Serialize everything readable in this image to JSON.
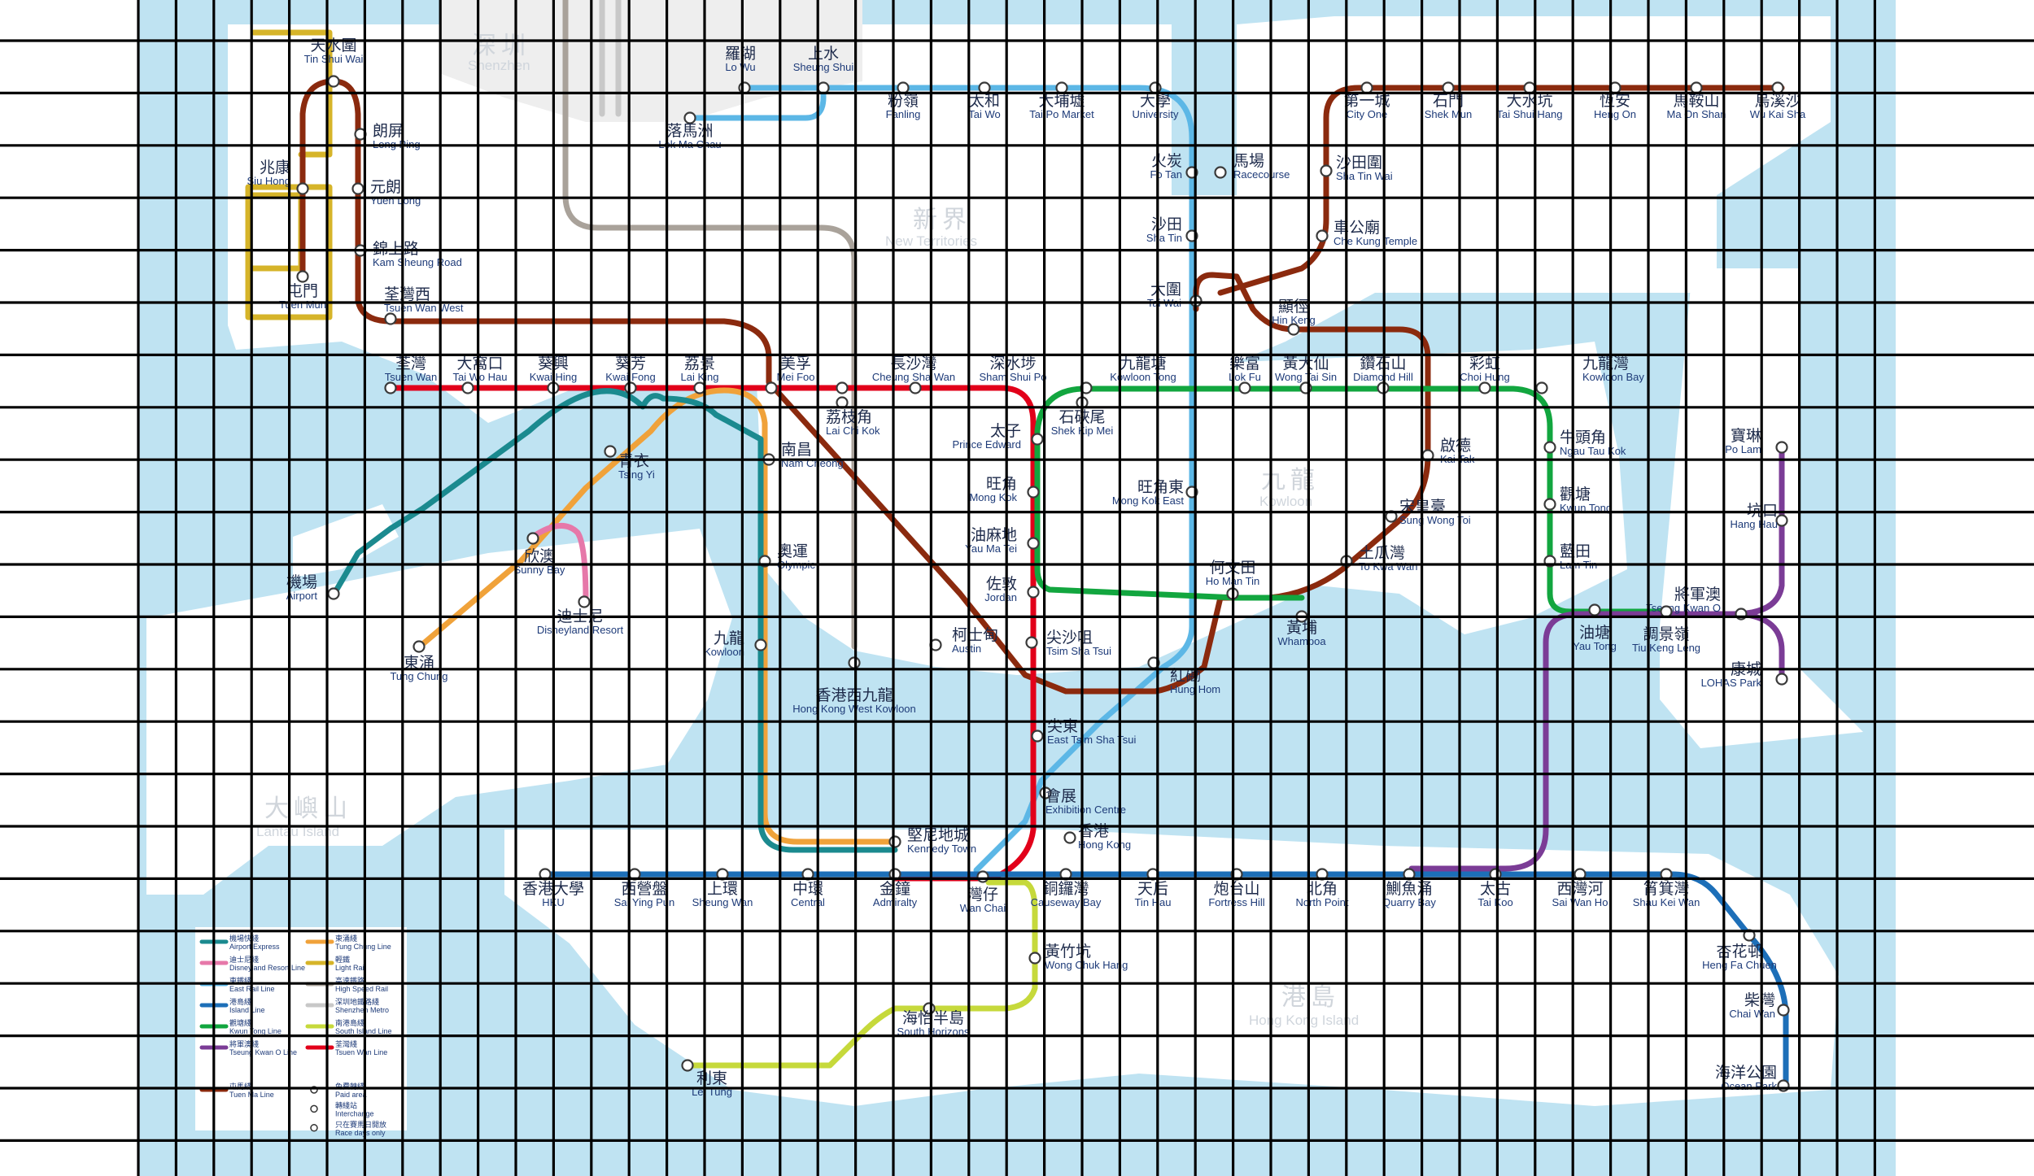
{
  "lines": {
    "tuen_ma": "#8b2a0e",
    "tsuen_wan": "#e2001a",
    "kwun_tong": "#12a63f",
    "east_rail": "#5cb7e6",
    "island": "#1d6fb8",
    "tung_chung": "#f0a23a",
    "airport_express": "#1b8a8f",
    "disneyland": "#e678a9",
    "south_island": "#c6d93b",
    "tseung_kwan_o": "#7b3c96",
    "high_speed": "#a9a29a",
    "light_rail": "#d6b429",
    "shenzhen": "#c8c8c8",
    "water": "#bfe3f2"
  },
  "regions": {
    "shenzhen_cn": "深圳",
    "shenzhen_en": "Shenzhen",
    "nt_cn": "新界",
    "nt_en": "New Territories",
    "kowloon_cn": "九龍",
    "kowloon_en": "Kowloon",
    "lantau_cn": "大嶼山",
    "lantau_en": "Lantau Island",
    "hki_cn": "港島",
    "hki_en": "Hong Kong Island"
  },
  "stations": [
    {
      "cn": "天水圍",
      "en": "Tin Shui Wai"
    },
    {
      "cn": "朗屏",
      "en": "Long Ping"
    },
    {
      "cn": "元朗",
      "en": "Yuen Long"
    },
    {
      "cn": "兆康",
      "en": "Siu Hong"
    },
    {
      "cn": "錦上路",
      "en": "Kam Sheung Road"
    },
    {
      "cn": "屯門",
      "en": "Tuen Mun"
    },
    {
      "cn": "荃灣西",
      "en": "Tsuen Wan West"
    },
    {
      "cn": "羅湖",
      "en": "Lo Wu"
    },
    {
      "cn": "上水",
      "en": "Sheung Shui"
    },
    {
      "cn": "落馬洲",
      "en": "Lok Ma Chau"
    },
    {
      "cn": "粉嶺",
      "en": "Fanling"
    },
    {
      "cn": "太和",
      "en": "Tai Wo"
    },
    {
      "cn": "大埔墟",
      "en": "Tai Po Market"
    },
    {
      "cn": "大學",
      "en": "University"
    },
    {
      "cn": "火炭",
      "en": "Fo Tan"
    },
    {
      "cn": "馬場",
      "en": "Racecourse"
    },
    {
      "cn": "沙田",
      "en": "Sha Tin"
    },
    {
      "cn": "大圍",
      "en": "Tai Wai"
    },
    {
      "cn": "第一城",
      "en": "City One"
    },
    {
      "cn": "石門",
      "en": "Shek Mun"
    },
    {
      "cn": "大水坑",
      "en": "Tai Shui Hang"
    },
    {
      "cn": "恆安",
      "en": "Heng On"
    },
    {
      "cn": "馬鞍山",
      "en": "Ma On Shan"
    },
    {
      "cn": "烏溪沙",
      "en": "Wu Kai Sha"
    },
    {
      "cn": "沙田圍",
      "en": "Sha Tin Wai"
    },
    {
      "cn": "車公廟",
      "en": "Che Kung Temple"
    },
    {
      "cn": "顯徑",
      "en": "Hin Keng"
    },
    {
      "cn": "荃灣",
      "en": "Tsuen Wan"
    },
    {
      "cn": "大窩口",
      "en": "Tai Wo Hau"
    },
    {
      "cn": "葵興",
      "en": "Kwai Hing"
    },
    {
      "cn": "葵芳",
      "en": "Kwai Fong"
    },
    {
      "cn": "荔景",
      "en": "Lai King"
    },
    {
      "cn": "美孚",
      "en": "Mei Foo"
    },
    {
      "cn": "長沙灣",
      "en": "Cheung Sha Wan"
    },
    {
      "cn": "深水埗",
      "en": "Sham Shui Po"
    },
    {
      "cn": "九龍塘",
      "en": "Kowloon Tong"
    },
    {
      "cn": "樂富",
      "en": "Lok Fu"
    },
    {
      "cn": "黃大仙",
      "en": "Wong Tai Sin"
    },
    {
      "cn": "鑽石山",
      "en": "Diamond Hill"
    },
    {
      "cn": "彩虹",
      "en": "Choi Hung"
    },
    {
      "cn": "九龍灣",
      "en": "Kowloon Bay"
    },
    {
      "cn": "荔枝角",
      "en": "Lai Chi Kok"
    },
    {
      "cn": "石硤尾",
      "en": "Shek Kip Mei"
    },
    {
      "cn": "太子",
      "en": "Prince Edward"
    },
    {
      "cn": "南昌",
      "en": "Nam Cheong"
    },
    {
      "cn": "青衣",
      "en": "Tsing Yi"
    },
    {
      "cn": "啟德",
      "en": "Kai Tak"
    },
    {
      "cn": "牛頭角",
      "en": "Ngau Tau Kok"
    },
    {
      "cn": "寶琳",
      "en": "Po Lam"
    },
    {
      "cn": "旺角",
      "en": "Mong Kok"
    },
    {
      "cn": "旺角東",
      "en": "Mong Kok East"
    },
    {
      "cn": "觀塘",
      "en": "Kwun Tong"
    },
    {
      "cn": "坑口",
      "en": "Hang Hau"
    },
    {
      "cn": "宋皇臺",
      "en": "Sung Wong Toi"
    },
    {
      "cn": "油麻地",
      "en": "Yau Ma Tei"
    },
    {
      "cn": "欣澳",
      "en": "Sunny Bay"
    },
    {
      "cn": "奧運",
      "en": "Olympic"
    },
    {
      "cn": "何文田",
      "en": "Ho Man Tin"
    },
    {
      "cn": "土瓜灣",
      "en": "To Kwa Wan"
    },
    {
      "cn": "藍田",
      "en": "Lam Tin"
    },
    {
      "cn": "機場",
      "en": "Airport"
    },
    {
      "cn": "佐敦",
      "en": "Jordan"
    },
    {
      "cn": "將軍澳",
      "en": "Tseung Kwan O"
    },
    {
      "cn": "迪士尼",
      "en": "Disneyland Resort"
    },
    {
      "cn": "黃埔",
      "en": "Whampoa"
    },
    {
      "cn": "油塘",
      "en": "Yau Tong"
    },
    {
      "cn": "調景嶺",
      "en": "Tiu Keng Leng"
    },
    {
      "cn": "九龍",
      "en": "Kowloon"
    },
    {
      "cn": "柯士甸",
      "en": "Austin"
    },
    {
      "cn": "尖沙咀",
      "en": "Tsim Sha Tsui"
    },
    {
      "cn": "東涌",
      "en": "Tung Chung"
    },
    {
      "cn": "康城",
      "en": "LOHAS Park"
    },
    {
      "cn": "香港西九龍",
      "en": "Hong Kong West Kowloon"
    },
    {
      "cn": "紅磡",
      "en": "Hung Hom"
    },
    {
      "cn": "尖東",
      "en": "East Tsim Sha Tsui"
    },
    {
      "cn": "會展",
      "en": "Exhibition Centre"
    },
    {
      "cn": "香港",
      "en": "Hong Kong"
    },
    {
      "cn": "堅尼地城",
      "en": "Kennedy Town"
    },
    {
      "cn": "香港大學",
      "en": "HKU"
    },
    {
      "cn": "西營盤",
      "en": "Sai Ying Pun"
    },
    {
      "cn": "上環",
      "en": "Sheung Wan"
    },
    {
      "cn": "中環",
      "en": "Central"
    },
    {
      "cn": "金鐘",
      "en": "Admiralty"
    },
    {
      "cn": "灣仔",
      "en": "Wan Chai"
    },
    {
      "cn": "銅鑼灣",
      "en": "Causeway Bay"
    },
    {
      "cn": "天后",
      "en": "Tin Hau"
    },
    {
      "cn": "炮台山",
      "en": "Fortress Hill"
    },
    {
      "cn": "北角",
      "en": "North Point"
    },
    {
      "cn": "鰂魚涌",
      "en": "Quarry Bay"
    },
    {
      "cn": "太古",
      "en": "Tai Koo"
    },
    {
      "cn": "西灣河",
      "en": "Sai Wan Ho"
    },
    {
      "cn": "筲箕灣",
      "en": "Shau Kei Wan"
    },
    {
      "cn": "杏花邨",
      "en": "Heng Fa Chuen"
    },
    {
      "cn": "柴灣",
      "en": "Chai Wan"
    },
    {
      "cn": "海洋公園",
      "en": "Ocean Park"
    },
    {
      "cn": "黃竹坑",
      "en": "Wong Chuk Hang"
    },
    {
      "cn": "海怡半島",
      "en": "South Horizons"
    },
    {
      "cn": "利東",
      "en": "Lei Tung"
    }
  ],
  "legend": [
    {
      "cn": "機場快綫",
      "en": "Airport Express"
    },
    {
      "cn": "東涌綫",
      "en": "Tung Chung Line"
    },
    {
      "cn": "迪士尼綫",
      "en": "Disneyland Resort Line"
    },
    {
      "cn": "輕鐵",
      "en": "Light Rail"
    },
    {
      "cn": "東鐵綫",
      "en": "East Rail Line"
    },
    {
      "cn": "高速鐵路",
      "en": "High Speed Rail"
    },
    {
      "cn": "港島綫",
      "en": "Island Line"
    },
    {
      "cn": "深圳地鐵路綫",
      "en": "Shenzhen Metro"
    },
    {
      "cn": "觀塘綫",
      "en": "Kwun Tong Line"
    },
    {
      "cn": "南港島綫",
      "en": "South Island Line"
    },
    {
      "cn": "將軍澳綫",
      "en": "Tseung Kwan O Line"
    },
    {
      "cn": "荃灣綫",
      "en": "Tsuen Wan Line"
    },
    {
      "cn": "屯馬綫",
      "en": "Tuen Ma Line"
    },
    {
      "cn": "免費轉綫",
      "en": "Paid area"
    },
    {
      "cn": "轉綫站",
      "en": "Interchange"
    },
    {
      "cn": "只在賽馬日開放",
      "en": "Race days only"
    }
  ]
}
